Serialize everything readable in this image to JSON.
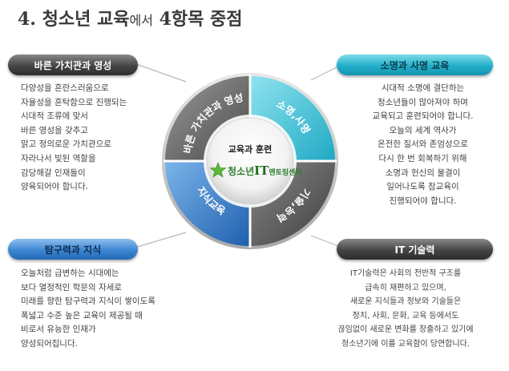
{
  "title": {
    "main": "4.  청소년 교육",
    "small": "에서",
    "tail": " 4항목 중점"
  },
  "center": {
    "title": "교육과 훈련",
    "logo_prefix": "청소년",
    "logo_it": "IT",
    "logo_suffix": "멘토링센터"
  },
  "segments": {
    "top_left": "바른 가치관과 영성",
    "top_right": "소명,사명",
    "bottom_right": "기술,능력",
    "bottom_left": "지식교육"
  },
  "pills": {
    "values": "바른 가치관과 영성",
    "mission": "소명과 사명 교육",
    "inquiry": "탐구력과 지식",
    "it": "IT  기술력"
  },
  "desc": {
    "values": [
      "다양성을 혼란스러움으로",
      "자율성을 혼탁함으로 진행되는",
      "시대적 조류에 맞서",
      "바른 영성을 갖추고",
      "맑고 정의로운 가치관으로",
      "자라나서 빛된 역할을",
      "감당해갈 인재들이",
      "양육되어야 합니다."
    ],
    "mission": [
      "시대적 소명에 결단하는",
      "청소년들이 많아져야 하며",
      "교육되고 훈련되어야 합니다.",
      "오늘의 세계 역사가",
      "온전한 질서와 존엄성으로",
      "다시 한 번 회복하기 위해",
      "소명과 헌신의 물결이",
      "일어나도록 참교육이",
      "진행되어야 합니다."
    ],
    "inquiry": [
      "오늘처럼 급변하는 시대에는",
      "보다 열정적인 학문의 자세로",
      "미래를 향한 탐구력과 지식이 쌓이도록",
      "폭넓고 수준 높은 교육이 제공될 때",
      "비로서 유능한 인재가",
      "양성되어집니다."
    ],
    "it": [
      "IT기술력은 사회의 전반적 구조를",
      "급속히 재편하고 있으며,",
      "새로운 지식들과 정보와 기술들은",
      "정치, 사회, 문화, 교육 등에서도",
      "끊임없이 새로운 변화를 창출하고 있기에",
      "청소년기에 이를 교육함이 당연합니다."
    ]
  },
  "colors": {
    "teal": "#35c0d6",
    "blue": "#3b86d0",
    "gray": "#6c6c6c",
    "logo_green": "#2e7d2e"
  }
}
